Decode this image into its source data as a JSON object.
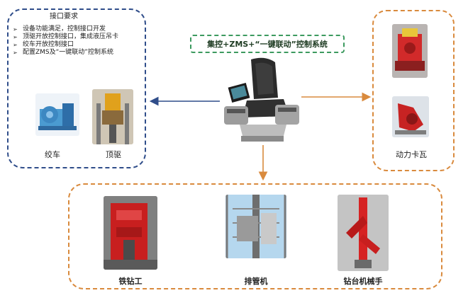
{
  "center": {
    "title": "集控+ZMS+“一键联动”控制系统"
  },
  "left_group": {
    "heading": "接口要求",
    "requirements": [
      "设备功能满足，控制接口开发",
      "顶驱开放控制接口，集成液压吊卡",
      "绞车开放控制接口",
      "配置ZMS及“一键联动”控制系统"
    ],
    "items": [
      {
        "label": "绞车"
      },
      {
        "label": "顶驱"
      }
    ]
  },
  "right_group": {
    "label": "动力卡瓦"
  },
  "bottom_group": {
    "items": [
      {
        "label": "铁钻工"
      },
      {
        "label": "排管机"
      },
      {
        "label": "钻台机械手"
      }
    ]
  },
  "colors": {
    "left_border": "#2f4d8a",
    "orange_border": "#d98a3d",
    "title_border": "#3c9a5f",
    "left_arrow": "#2f4d8a",
    "orange_arrow": "#d98a3d"
  }
}
